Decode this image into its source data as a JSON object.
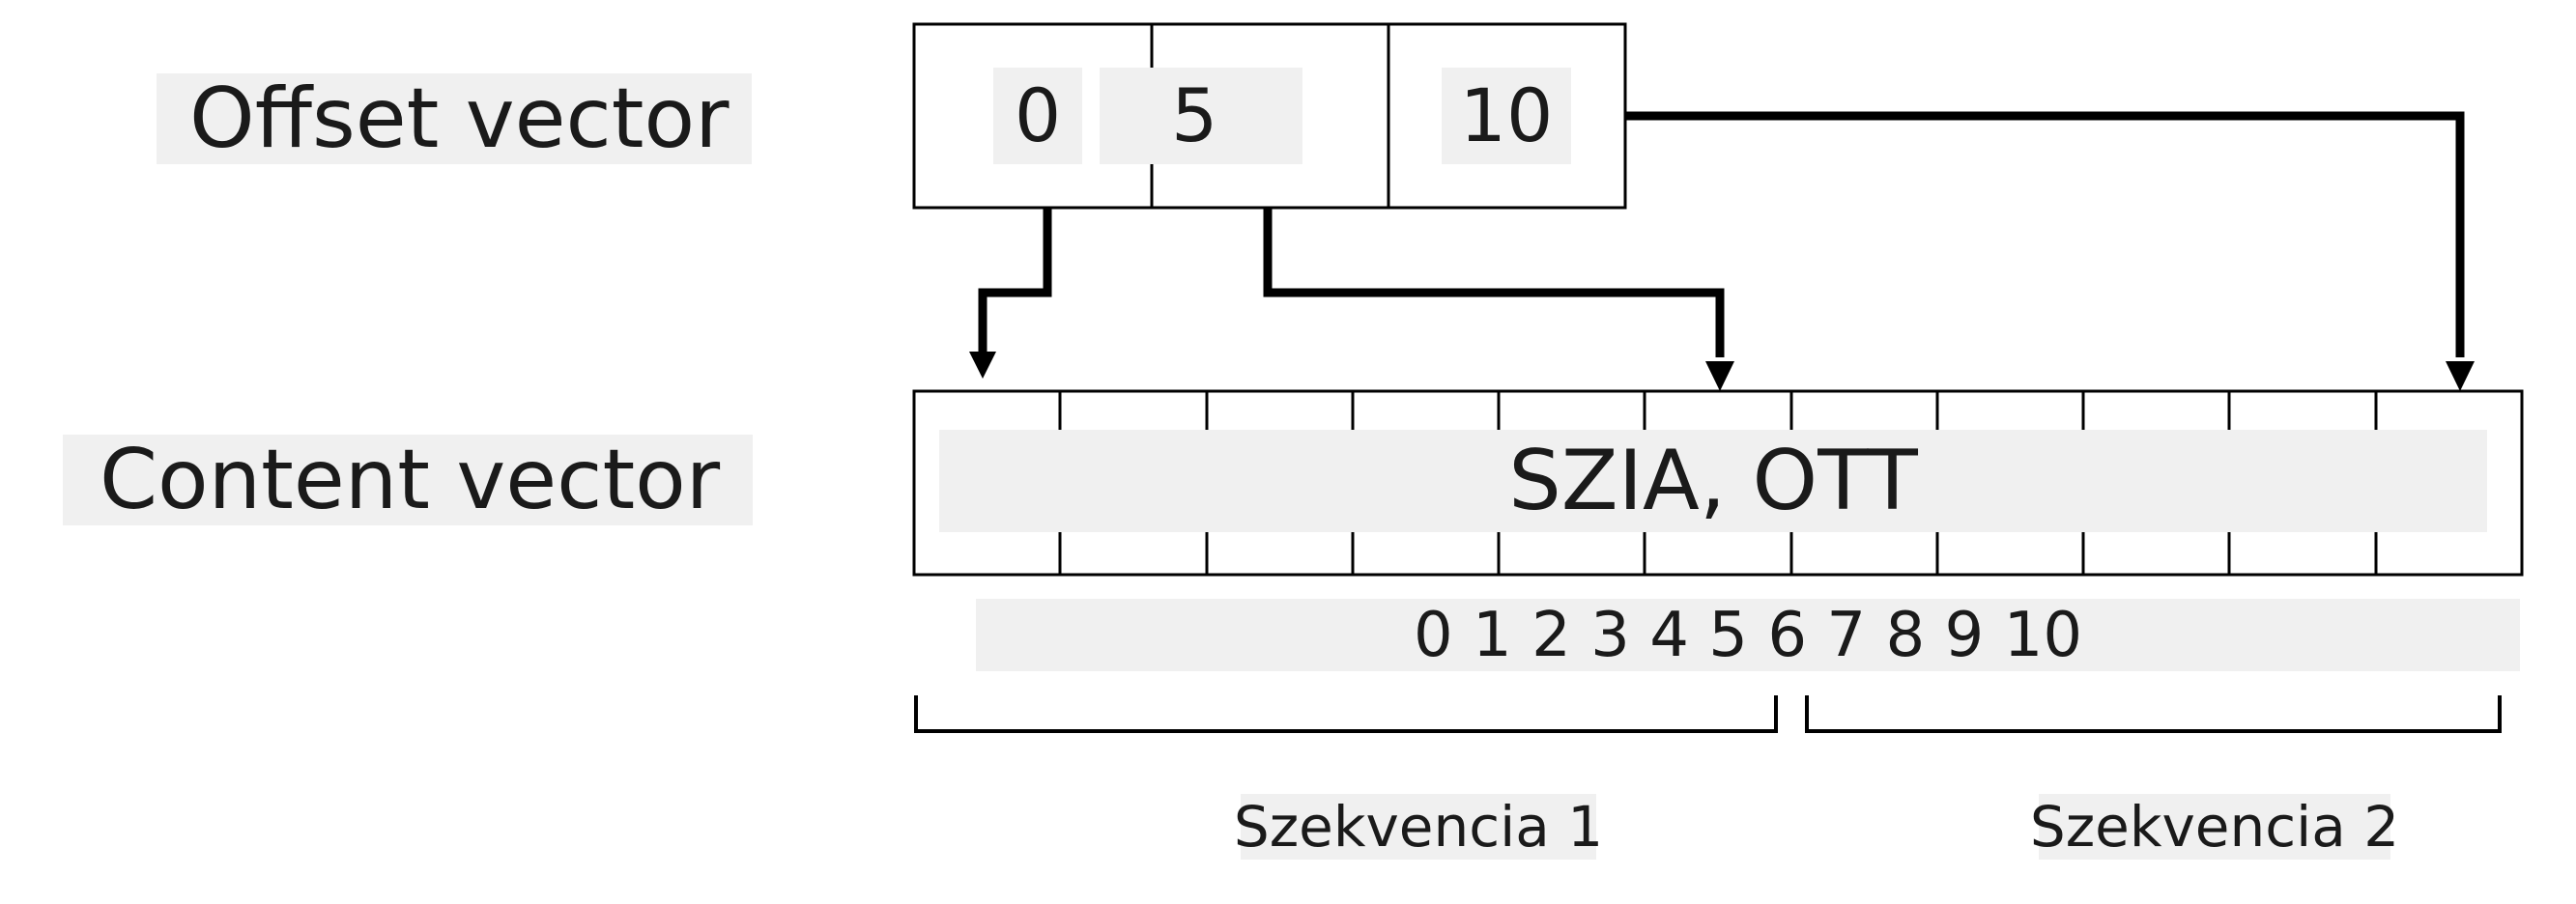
{
  "labels": {
    "offset_vector": "Offset vector",
    "content_vector": "Content vector"
  },
  "offset_values": [
    "0",
    "5",
    "10"
  ],
  "content_text": "SZIA, OTT",
  "index_row": "0 1 2 3 4 5 6 7 8 9 10",
  "sequences": {
    "seq1": "Szekvencia 1",
    "seq2": "Szekvencia 2"
  },
  "colors": {
    "line": "#000000",
    "highlight": "#f0f0f0"
  }
}
